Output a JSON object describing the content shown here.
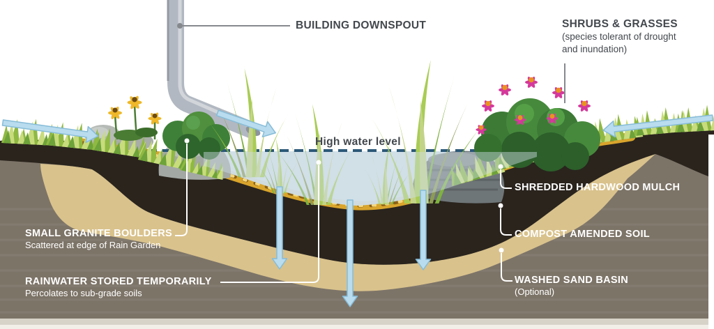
{
  "figure": {
    "kind": "rain-garden cross-section diagram"
  },
  "labels": {
    "building_downspout": "BUILDING DOWNSPOUT",
    "shrubs_grasses_title": "SHRUBS & GRASSES",
    "shrubs_grasses_line1": "(species tolerant of drought",
    "shrubs_grasses_line2": "and inundation)",
    "high_water_level": "High water level",
    "shredded_hardwood_mulch": "SHREDDED HARDWOOD MULCH",
    "compost_amended_soil": "COMPOST AMENDED SOIL",
    "washed_sand_basin_title": "WASHED SAND BASIN",
    "washed_sand_basin_sub": "(Optional)",
    "small_granite_boulders_title": "SMALL GRANITE BOULDERS",
    "small_granite_boulders_sub": "Scattered at edge of Rain Garden",
    "rainwater_title": "RAINWATER STORED TEMPORARILY",
    "rainwater_sub": "Percolates to sub-grade soils"
  },
  "colors": {
    "sky": "#ffffff",
    "subsoil": "#7d7468",
    "washed_sand": "#d9c28c",
    "compost_soil": "#2a241d",
    "mulch": "#d9a52c",
    "water": "#cfdde6",
    "flow_arrow": "#b9dcee",
    "high_water_line": "#2c5878",
    "grass_light": "#c8dc7d",
    "grass_mid": "#8fb942",
    "shrub_green": "#3c7a36",
    "coneflower_pink": "#d4399b",
    "coneflower_center": "#e8941f",
    "black_eyed_susan": "#eeb82a",
    "boulder_gray": "#a3a8a4",
    "pipe_gray": "#b2b8c1",
    "label_dark": "#43484d",
    "label_light": "#ffffff"
  }
}
